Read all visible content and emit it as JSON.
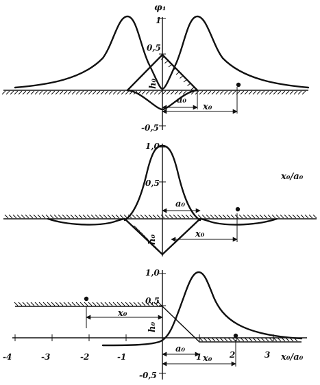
{
  "panel1": {
    "axis_title": "φ₁",
    "y_ticks": [
      "1",
      "0,5",
      "-0,5"
    ],
    "labels": {
      "h": "h₀",
      "a": "a₀",
      "x": "x₀"
    }
  },
  "panel2": {
    "y_ticks": [
      "1,0",
      "0,5"
    ],
    "x_axis_label": "x₀/a₀",
    "labels": {
      "h": "h₀",
      "a": "a₀",
      "x": "x₀"
    }
  },
  "panel3": {
    "y_ticks": [
      "1,0",
      "0,5",
      "-0,5"
    ],
    "x_ticks": [
      "-4",
      "-3",
      "-2",
      "-1",
      "1",
      "2",
      "3"
    ],
    "x_axis_label": "x₀/a₀",
    "labels": {
      "h": "h₀",
      "a": "a₀",
      "x": "x₀"
    }
  }
}
